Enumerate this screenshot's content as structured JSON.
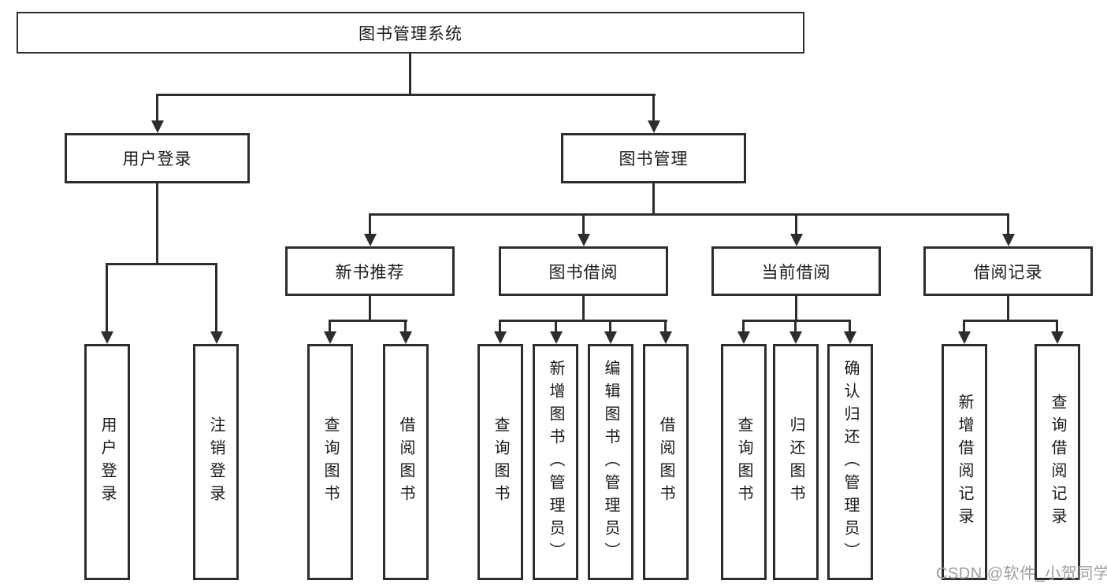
{
  "diagram": {
    "colors": {
      "line": "#2d2d2d",
      "text": "#1a1a1a",
      "background": "#ffffff",
      "watermark_color": "#9d9d9d"
    },
    "nodes": {
      "root": {
        "label": "图书管理系统"
      },
      "user_login": {
        "label": "用户登录"
      },
      "book_management": {
        "label": "图书管理"
      },
      "new_book_recommend": {
        "label": "新书推荐"
      },
      "book_borrowing": {
        "label": "图书借阅"
      },
      "current_borrowing": {
        "label": "当前借阅"
      },
      "borrowing_records": {
        "label": "借阅记录"
      },
      "leaves": {
        "user_login": "用户登录",
        "logout": "注销登录",
        "nbr_query": "查询图书",
        "nbr_borrow": "借阅图书",
        "bb_query": "查询图书",
        "bb_add": "新增图书（管理员）",
        "bb_edit": "编辑图书（管理员）",
        "bb_borrow": "借阅图书",
        "cb_query": "查询图书",
        "cb_return": "归还图书",
        "cb_confirm": "确认归还（管理员）",
        "br_add": "新增借阅记录",
        "br_query": "查询借阅记录"
      }
    },
    "watermark": {
      "text": "CSDN @软件_小贺同学"
    }
  }
}
